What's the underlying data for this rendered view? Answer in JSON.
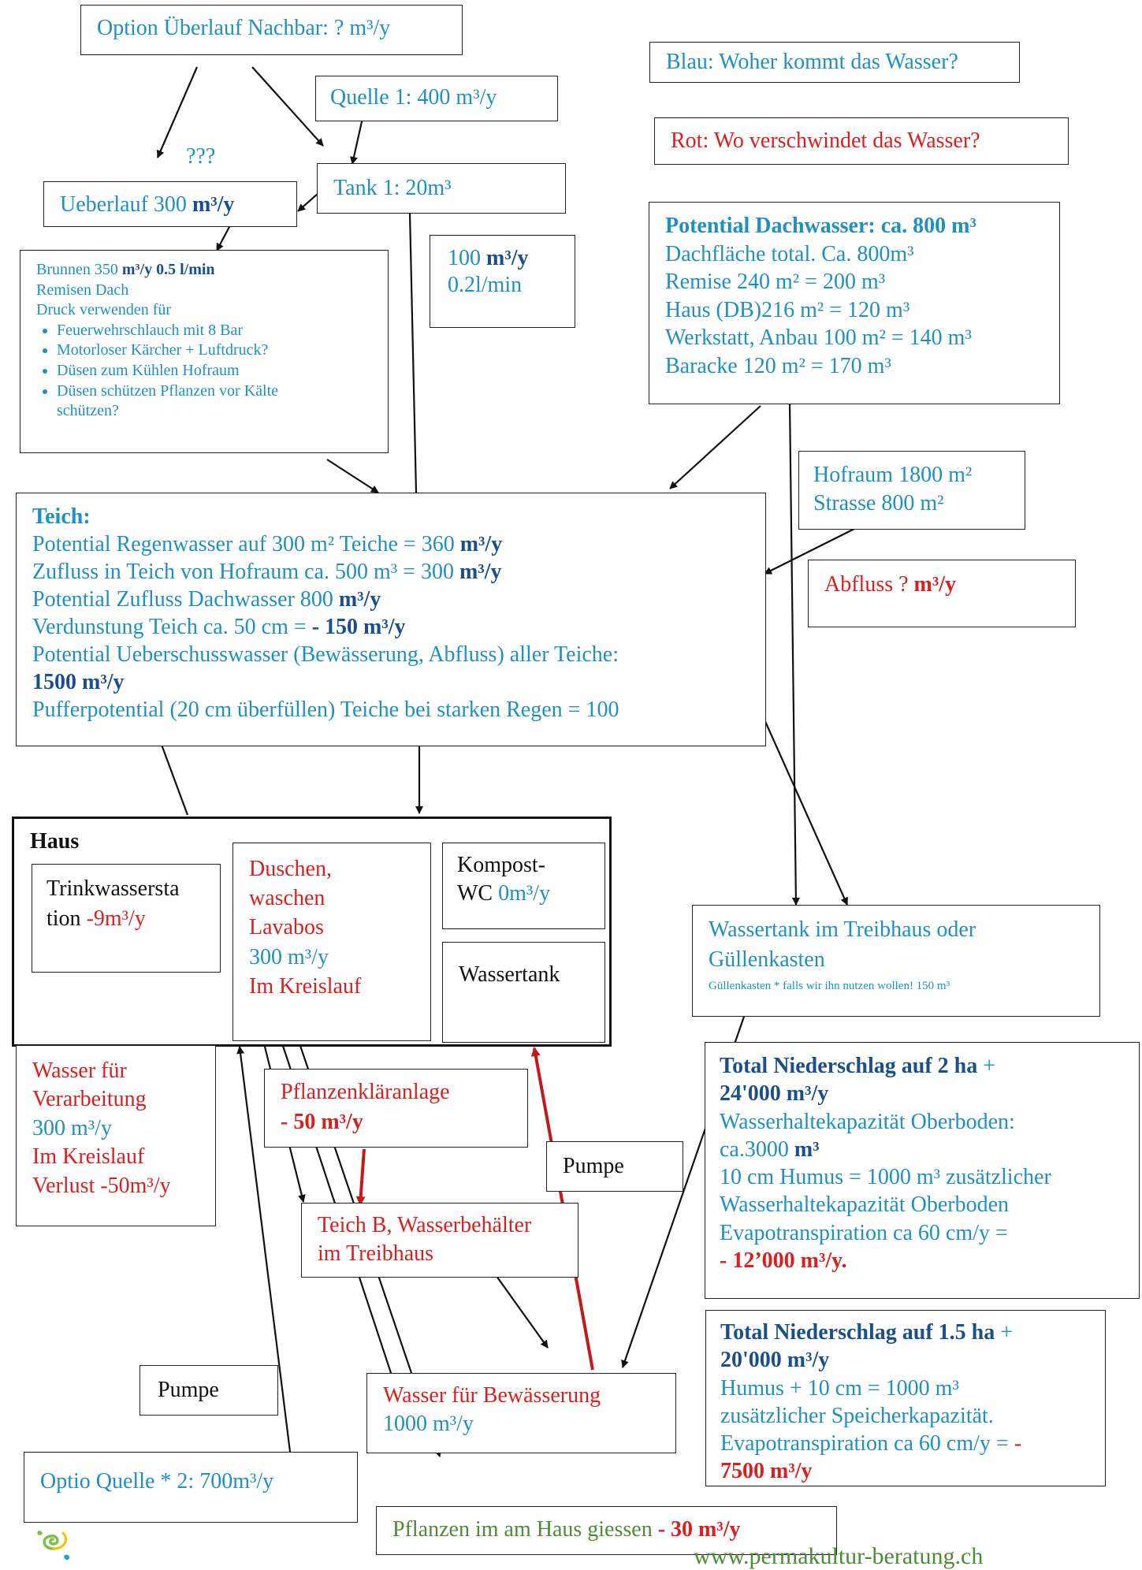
{
  "legend": {
    "blue": "Blau: Woher kommt das Wasser?",
    "red": "Rot: Wo verschwindet das Wasser?"
  },
  "overflow_neighbor": {
    "text": "Option Überlauf Nachbar: ? m³/y"
  },
  "question_marks": "???",
  "source1": {
    "text": "Quelle 1: 400 m³/y"
  },
  "tank1": {
    "text": "Tank 1: 20m³"
  },
  "overflow300": {
    "label": "Ueberlauf 300 ",
    "value": "m³/y"
  },
  "flow100": {
    "value": "100 ",
    "unit": "m³/y",
    "rate": "0.2l/min"
  },
  "well": {
    "title_a": "Brunnen 350 ",
    "title_b": "m³/y 0.5 l/min",
    "line2": "Remisen Dach",
    "line3": "Druck verwenden für",
    "bullets": [
      "Feuerwehrschlauch mit 8 Bar",
      "Motorloser Kärcher + Luftdruck?",
      "Düsen zum Kühlen Hofraum",
      "Düsen schützen Pflanzen vor Kälte",
      "schützen?"
    ]
  },
  "roof_water": {
    "title": "Potential Dachwasser: ca. 800 m³",
    "lines": [
      "Dachfläche total. Ca. 800m³",
      "Remise 240 m² = 200 m³",
      "Haus (DB)216 m² = 120 m³",
      "Werkstatt, Anbau 100 m² = 140 m³",
      "Baracke 120 m² = 170 m³"
    ]
  },
  "yard": {
    "line1": "Hofraum 1800 m²",
    "line2": "Strasse 800 m²"
  },
  "outflow": {
    "text_a": "Abfluss ?  ",
    "text_b": "m³/y"
  },
  "pond": {
    "title": "Teich:",
    "l1a": "Potential Regenwasser auf 300 m² Teiche = 360 ",
    "l1b": "m³/y",
    "l2a": "Zufluss in Teich von Hofraum ca. 500 m³ = 300 ",
    "l2b": "m³/y",
    "l3a": "Potential Zufluss Dachwasser 800 ",
    "l3b": "m³/y",
    "l4a": "Verdunstung Teich ca. 50 cm =  ",
    "l4b": "- 150 m³/y",
    "l5": "Potential Ueberschusswasser (Bewässerung, Abfluss) aller Teiche:",
    "l6": "1500 m³/y",
    "l7": "Pufferpotential (20 cm überfüllen) Teiche bei starken Regen =  100"
  },
  "house": {
    "title": "Haus",
    "drinking_a": "Trinkwassersta",
    "drinking_b": "tion ",
    "drinking_c": "-9m³/y",
    "shower": [
      "Duschen,",
      "waschen",
      "Lavabos"
    ],
    "shower_value": "300 m³/y",
    "shower_cycle": "Im Kreislauf",
    "compost_a": "Kompost-",
    "compost_b": "WC ",
    "compost_c": "0m³/y",
    "watertank": "Wassertank"
  },
  "greenhouse_tank": {
    "line1": "Wassertank im Treibhaus oder",
    "line2": "Güllenkasten",
    "note": "Güllenkasten * falls wir ihn nutzen wollen! 150 m³"
  },
  "processing": {
    "l1": "Wasser für",
    "l2": "Verarbeitung",
    "l3": "300 m³/y",
    "l4": "Im Kreislauf",
    "l5": "Verlust -50m³/y"
  },
  "plant_treatment": {
    "l1": "Pflanzenkläranlage",
    "l2": "- 50 m³/y"
  },
  "pump1": "Pumpe",
  "pond_b": {
    "l1": "Teich B, Wasserbehälter",
    "l2": "im Treibhaus"
  },
  "precip2": {
    "title_a": "Total Niederschlag auf 2 ha   ",
    "title_plus": "+",
    "title_b": "24'000 m³/y",
    "l1": "Wasserhaltekapazität Oberboden:",
    "l2a": "ca.3000 ",
    "l2b": "m³",
    "l3": "10 cm Humus  = 1000 m³ zusätzlicher",
    "l4": "Wasserhaltekapazität Oberboden",
    "l5": "Evapotranspiration ca 60 cm/y =",
    "l6": "- 12’000 m³/y."
  },
  "precip15": {
    "title_a": "Total Niederschlag auf 1.5 ha   ",
    "title_plus": "+",
    "title_b": "20'000 m³/y",
    "l1": "Humus + 10 cm = 1000 m³",
    "l2": "zusätzlicher Speicherkapazität.",
    "l3a": "Evapotranspiration ca 60 cm/y = ",
    "l3b": "-",
    "l4": "7500 m³/y"
  },
  "pump2": "Pumpe",
  "irrigation": {
    "l1": "Wasser für Bewässerung",
    "l2": "1000 m³/y"
  },
  "source2": {
    "text": "Optio Quelle * 2: 700m³/y"
  },
  "plants_house": {
    "a": "Pflanzen im am Haus giessen ",
    "b": "- 30 m³/y"
  },
  "footer": {
    "url": "www.permakultur-beratung.ch"
  },
  "colors": {
    "blue": "#1f8fc4",
    "red": "#d91f1f",
    "green": "#4e8a37",
    "dark_red": "#c21a1a"
  }
}
